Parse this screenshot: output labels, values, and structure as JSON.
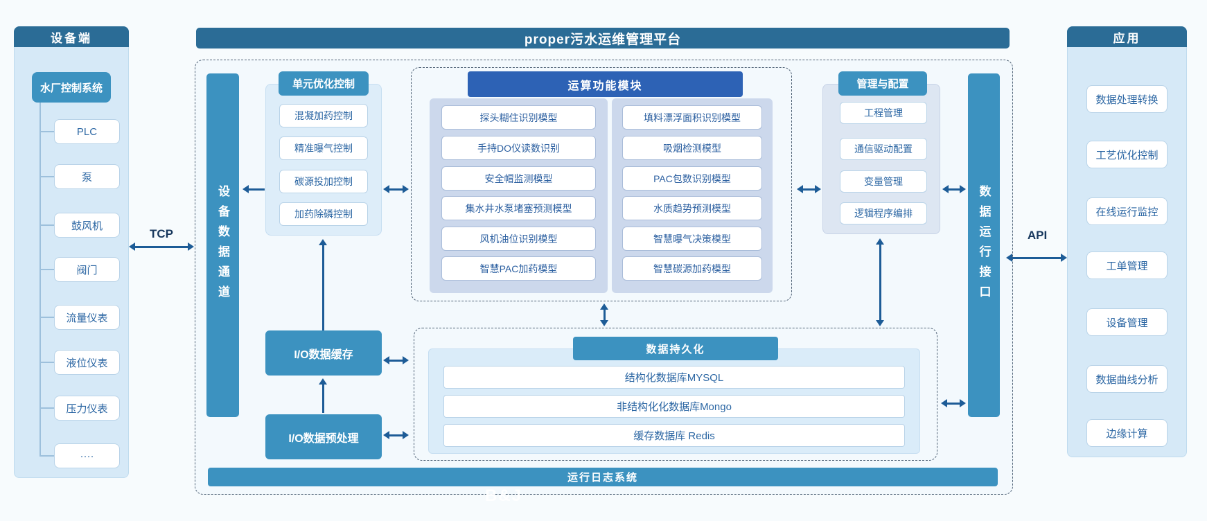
{
  "colors": {
    "header_dark_blue": "#2b6c96",
    "teal": "#3c92c0",
    "royal_blue": "#2d62b5",
    "arrow_blue": "#1d5c97",
    "panel_light_blue": "#d6e9f7",
    "box_text_blue": "#2b66a3"
  },
  "device_panel": {
    "title": "设备端",
    "system_box": "水厂控制系统",
    "items": [
      "PLC",
      "泵",
      "鼓风机",
      "阀门",
      "流量仪表",
      "液位仪表",
      "压力仪表",
      "····"
    ]
  },
  "links": {
    "tcp": "TCP",
    "api": "API"
  },
  "platform": {
    "title": "proper污水运维管理平台",
    "device_channel": "设备数据通道",
    "data_interface": "数据运行接口",
    "unit_control": {
      "title": "单元优化控制",
      "items": [
        "混凝加药控制",
        "精准曝气控制",
        "碳源投加控制",
        "加药除磷控制"
      ]
    },
    "compute": {
      "title": "运算功能模块",
      "left": [
        "探头糊住识别模型",
        "手持DO仪读数识别",
        "安全帽监测模型",
        "集水井水泵堵塞预测模型",
        "风机油位识别模型",
        "智慧PAC加药模型"
      ],
      "right": [
        "填料漂浮面积识别模型",
        "吸烟检测模型",
        "PAC包数识别模型",
        "水质趋势预测模型",
        "智慧曝气决策模型",
        "智慧碳源加药模型"
      ]
    },
    "management": {
      "title": "管理与配置",
      "items": [
        "工程管理",
        "通信驱动配置",
        "变量管理",
        "逻辑程序编排"
      ]
    },
    "io_cache": "I/O数据缓存",
    "io_preprocess": "I/O数据预处理",
    "persistence": {
      "title": "数据持久化",
      "items": [
        "结构化数据库MYSQL",
        "非结构化化数据库Mongo",
        "缓存数据库 Redis"
      ]
    },
    "log_system": "运行日志系统"
  },
  "app_panel": {
    "title": "应用",
    "items": [
      "数据处理转换",
      "工艺优化控制",
      "在线运行监控",
      "工单管理",
      "设备管理",
      "数据曲线分析",
      "边缘计算"
    ]
  },
  "watermark": "B&J"
}
